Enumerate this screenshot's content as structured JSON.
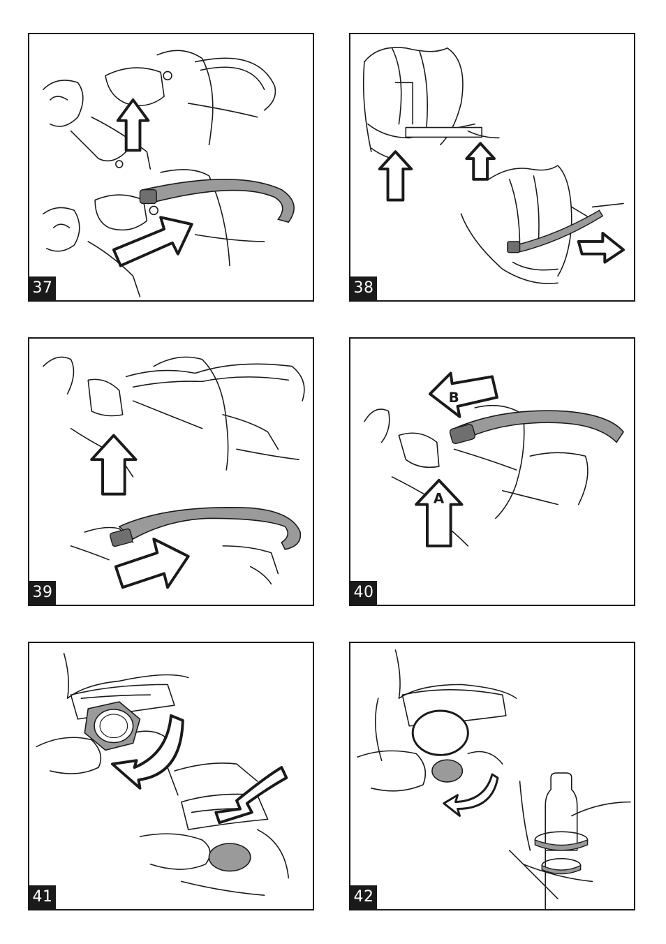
{
  "steps": [
    {
      "number": "37"
    },
    {
      "number": "38"
    },
    {
      "number": "39"
    },
    {
      "number": "40",
      "labels": {
        "a": "A",
        "b": "B"
      }
    },
    {
      "number": "41"
    },
    {
      "number": "42"
    }
  ],
  "colors": {
    "line": "#1a1a1a",
    "grey": "#9a9a9a",
    "darkgrey": "#6f6f6f"
  }
}
